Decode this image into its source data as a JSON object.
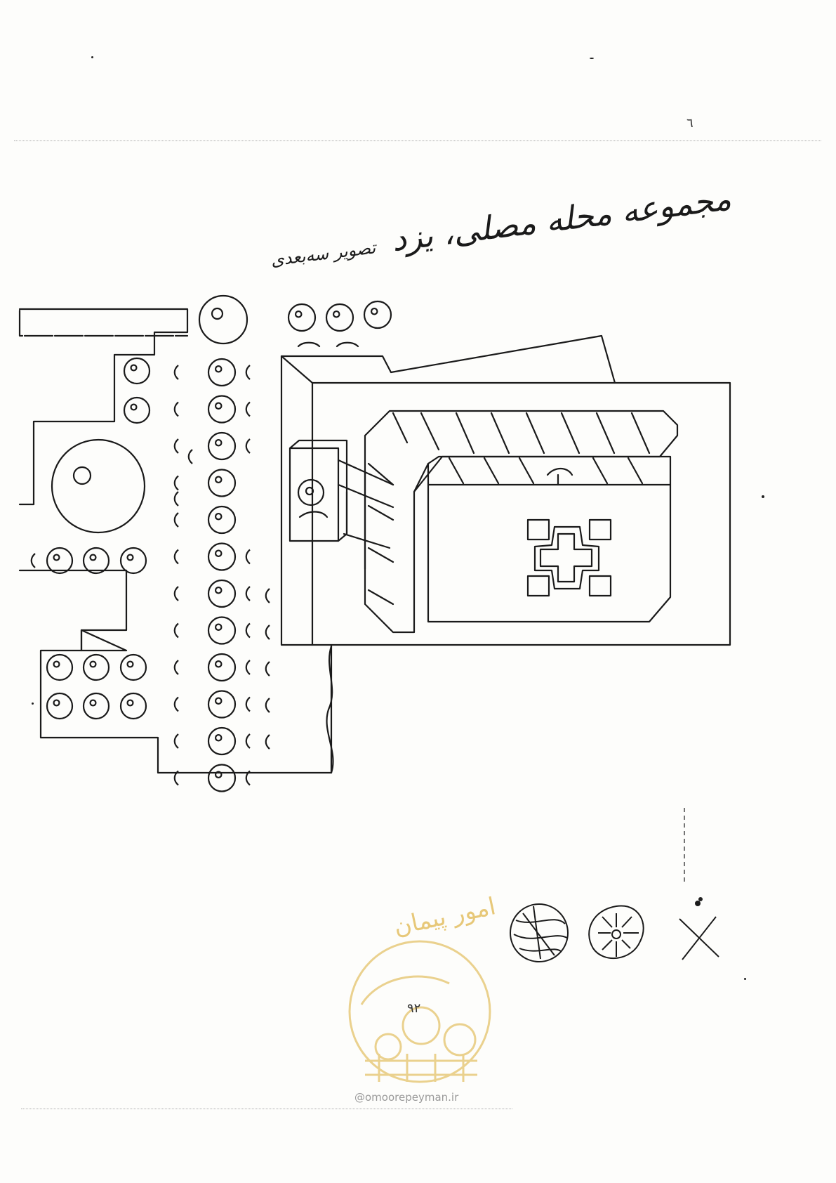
{
  "document": {
    "title": "مجموعه محله مصلی، یزد",
    "title_note": "تصویر سه‌بعدی",
    "page_number": "۹۲",
    "top_mark": "٦"
  },
  "watermark": {
    "brand": "امور پیمان",
    "url": "@omoorepeyman.ir",
    "color": "#d9a623"
  },
  "drawing": {
    "subject": "site plan with rows of trees and an axonometric courtyard building",
    "legend_icons": [
      "tree-section-icon",
      "tree-canopy-icon",
      "cross-mark-icon"
    ]
  }
}
